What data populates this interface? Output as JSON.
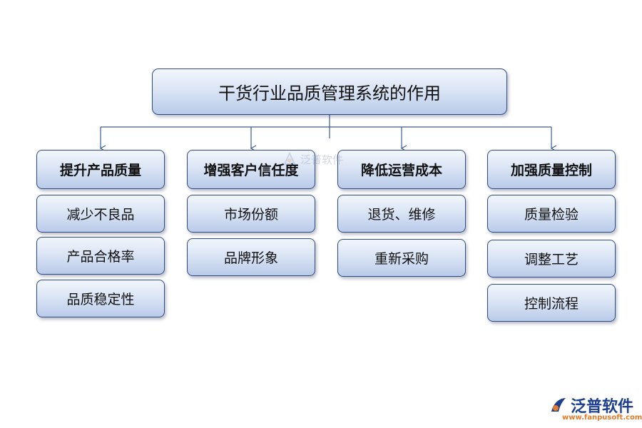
{
  "title": "干货行业品质管理系统的作用",
  "columns": [
    {
      "heading": "提升产品质量",
      "items": [
        "减少不良品",
        "产品合格率",
        "品质稳定性"
      ]
    },
    {
      "heading": "增强客户信任度",
      "items": [
        "市场份额",
        "品牌形象"
      ]
    },
    {
      "heading": "降低运营成本",
      "items": [
        "退货、维修",
        "重新采购"
      ]
    },
    {
      "heading": "加强质量控制",
      "items": [
        "质量检验",
        "调整工艺",
        "控制流程"
      ]
    }
  ],
  "watermark": {
    "text": "泛普软件"
  },
  "logo": {
    "text": "泛普软件",
    "url": "www.fanpusoft.com"
  },
  "colors": {
    "border": "#2f4a84",
    "connector": "#3a5a9a",
    "box_top": "#f2f6fc",
    "box_bottom": "#b9cbe9"
  }
}
